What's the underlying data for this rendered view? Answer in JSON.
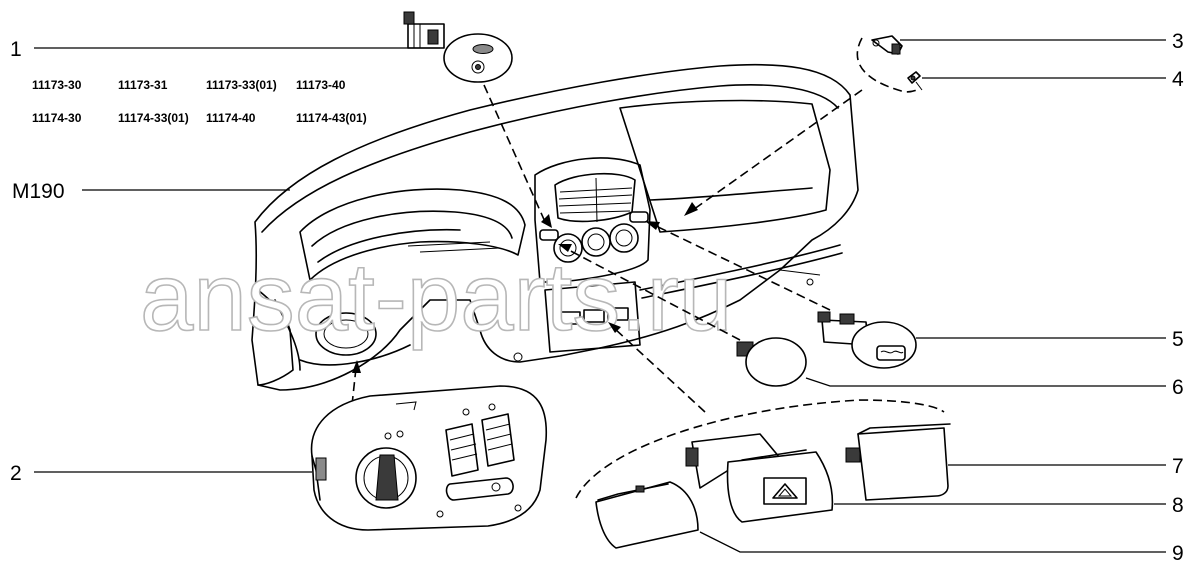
{
  "watermark": "ansat-parts.ru",
  "model_codes": {
    "row1": [
      "11173-30",
      "11173-31",
      "11173-33(01)",
      "11173-40"
    ],
    "row2": [
      "11174-30",
      "11174-33(01)",
      "11174-40",
      "11174-43(01)"
    ]
  },
  "callouts": {
    "c1": "1",
    "c2": "2",
    "c3": "3",
    "c4": "4",
    "c5": "5",
    "c6": "6",
    "c7": "7",
    "c8": "8",
    "c9": "9",
    "assembly": "M190"
  }
}
